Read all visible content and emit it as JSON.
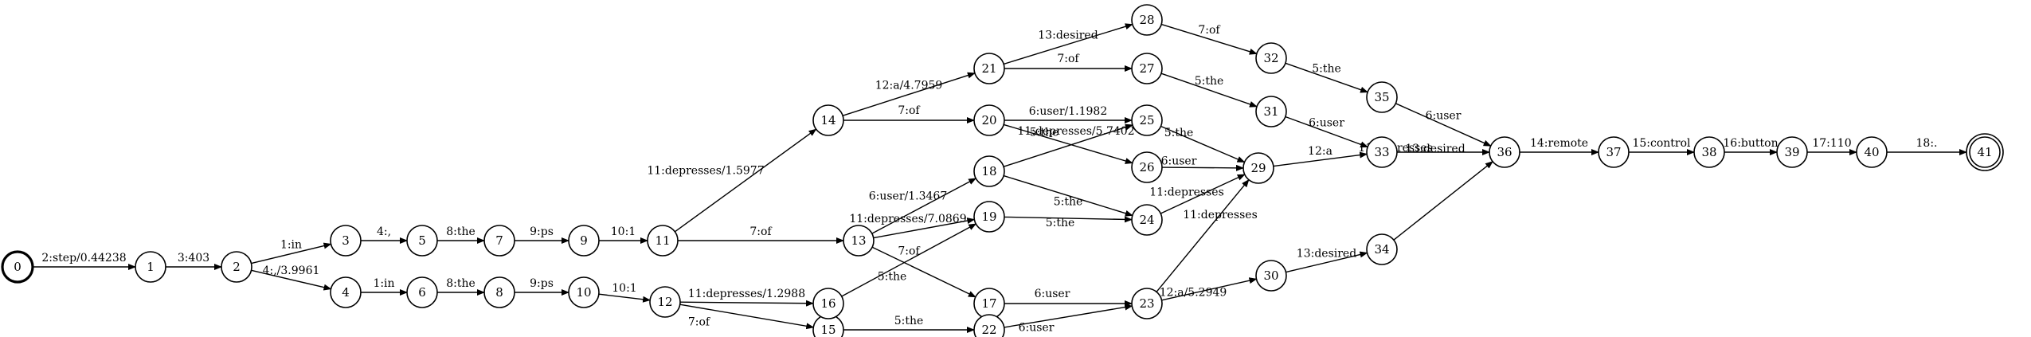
{
  "diagram": {
    "nodes": [
      {
        "id": "0",
        "label": "0",
        "start": true
      },
      {
        "id": "1",
        "label": "1"
      },
      {
        "id": "2",
        "label": "2"
      },
      {
        "id": "3",
        "label": "3"
      },
      {
        "id": "4",
        "label": "4"
      },
      {
        "id": "5",
        "label": "5"
      },
      {
        "id": "6",
        "label": "6"
      },
      {
        "id": "7",
        "label": "7"
      },
      {
        "id": "8",
        "label": "8"
      },
      {
        "id": "9",
        "label": "9"
      },
      {
        "id": "10",
        "label": "10"
      },
      {
        "id": "11",
        "label": "11"
      },
      {
        "id": "12",
        "label": "12"
      },
      {
        "id": "13",
        "label": "13"
      },
      {
        "id": "14",
        "label": "14"
      },
      {
        "id": "15",
        "label": "15"
      },
      {
        "id": "16",
        "label": "16"
      },
      {
        "id": "17",
        "label": "17"
      },
      {
        "id": "18",
        "label": "18"
      },
      {
        "id": "19",
        "label": "19"
      },
      {
        "id": "20",
        "label": "20"
      },
      {
        "id": "21",
        "label": "21"
      },
      {
        "id": "22",
        "label": "22"
      },
      {
        "id": "23",
        "label": "23"
      },
      {
        "id": "24",
        "label": "24"
      },
      {
        "id": "25",
        "label": "25"
      },
      {
        "id": "26",
        "label": "26"
      },
      {
        "id": "27",
        "label": "27"
      },
      {
        "id": "28",
        "label": "28"
      },
      {
        "id": "29",
        "label": "29"
      },
      {
        "id": "30",
        "label": "30"
      },
      {
        "id": "31",
        "label": "31"
      },
      {
        "id": "32",
        "label": "32"
      },
      {
        "id": "33",
        "label": "33"
      },
      {
        "id": "34",
        "label": "34"
      },
      {
        "id": "35",
        "label": "35"
      },
      {
        "id": "36",
        "label": "36"
      },
      {
        "id": "37",
        "label": "37"
      },
      {
        "id": "38",
        "label": "38"
      },
      {
        "id": "39",
        "label": "39"
      },
      {
        "id": "40",
        "label": "40"
      },
      {
        "id": "41",
        "label": "41",
        "final": true
      }
    ],
    "edges": [
      {
        "from": "0",
        "to": "1",
        "label": "2:step/0.44238"
      },
      {
        "from": "1",
        "to": "2",
        "label": "3:403"
      },
      {
        "from": "2",
        "to": "3",
        "label": "1:in"
      },
      {
        "from": "2",
        "to": "4",
        "label": "4:,/3.9961"
      },
      {
        "from": "3",
        "to": "5",
        "label": "4:,"
      },
      {
        "from": "4",
        "to": "6",
        "label": "1:in"
      },
      {
        "from": "5",
        "to": "7",
        "label": "8:the"
      },
      {
        "from": "6",
        "to": "8",
        "label": "8:the"
      },
      {
        "from": "7",
        "to": "9",
        "label": "9:ps"
      },
      {
        "from": "8",
        "to": "10",
        "label": "9:ps"
      },
      {
        "from": "9",
        "to": "11",
        "label": "10:1"
      },
      {
        "from": "10",
        "to": "12",
        "label": "10:1"
      },
      {
        "from": "11",
        "to": "14",
        "label": "11:depresses/1.5977"
      },
      {
        "from": "11",
        "to": "13",
        "label": "7:of"
      },
      {
        "from": "12",
        "to": "16",
        "label": "11:depresses/1.2988"
      },
      {
        "from": "12",
        "to": "15",
        "label": "7:of"
      },
      {
        "from": "13",
        "to": "18",
        "label": "6:user/1.3467"
      },
      {
        "from": "13",
        "to": "19",
        "label": "11:depresses/7.0869"
      },
      {
        "from": "13",
        "to": "17",
        "label": "5:the"
      },
      {
        "from": "14",
        "to": "21",
        "label": "12:a/4.7959"
      },
      {
        "from": "14",
        "to": "20",
        "label": "7:of"
      },
      {
        "from": "15",
        "to": "22",
        "label": "5:the"
      },
      {
        "from": "16",
        "to": "19",
        "label": "7:of"
      },
      {
        "from": "17",
        "to": "23",
        "label": "6:user"
      },
      {
        "from": "18",
        "to": "25",
        "label": "11:depresses/5.7402"
      },
      {
        "from": "18",
        "to": "24",
        "label": "5:the"
      },
      {
        "from": "19",
        "to": "24",
        "label": "5:the"
      },
      {
        "from": "20",
        "to": "25",
        "label": "6:user/1.1982"
      },
      {
        "from": "20",
        "to": "26",
        "label": "5:the"
      },
      {
        "from": "21",
        "to": "28",
        "label": "13:desired"
      },
      {
        "from": "21",
        "to": "27",
        "label": "7:of"
      },
      {
        "from": "22",
        "to": "23",
        "label": "6:user"
      },
      {
        "from": "23",
        "to": "29",
        "label": "11:depresses"
      },
      {
        "from": "23",
        "to": "30",
        "label": "12:a/5.2949"
      },
      {
        "from": "24",
        "to": "29",
        "label": "11:depresses"
      },
      {
        "from": "25",
        "to": "29",
        "label": "5:the"
      },
      {
        "from": "26",
        "to": "29",
        "label": "6:user"
      },
      {
        "from": "27",
        "to": "31",
        "label": "5:the"
      },
      {
        "from": "28",
        "to": "32",
        "label": "7:of"
      },
      {
        "from": "29",
        "to": "33",
        "label": "12:a"
      },
      {
        "from": "30",
        "to": "34",
        "label": "13:desired"
      },
      {
        "from": "31",
        "to": "33",
        "label": "6:user"
      },
      {
        "from": "32",
        "to": "35",
        "label": "5:the"
      },
      {
        "from": "33",
        "to": "36",
        "label": "13:desired"
      },
      {
        "from": "34",
        "to": "36",
        "label": "11:depresses"
      },
      {
        "from": "35",
        "to": "36",
        "label": "6:user"
      },
      {
        "from": "36",
        "to": "37",
        "label": "14:remote"
      },
      {
        "from": "37",
        "to": "38",
        "label": "15:control"
      },
      {
        "from": "38",
        "to": "39",
        "label": "16:button"
      },
      {
        "from": "39",
        "to": "40",
        "label": "17:110"
      },
      {
        "from": "40",
        "to": "41",
        "label": "18:."
      }
    ]
  }
}
